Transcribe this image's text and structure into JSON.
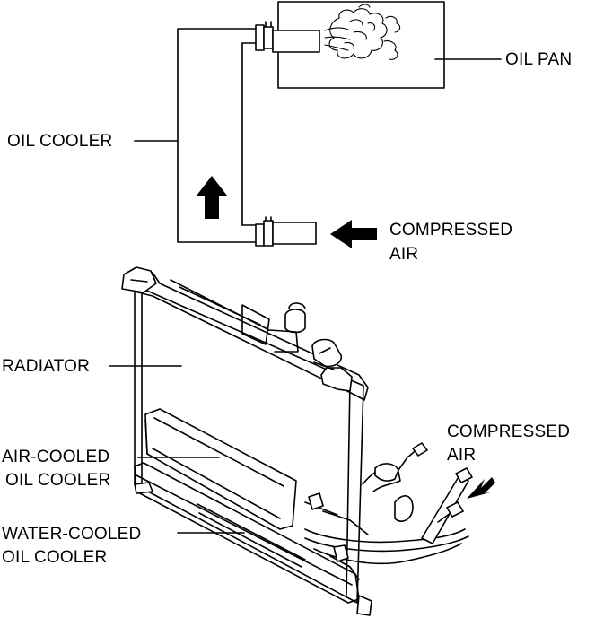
{
  "labels": {
    "oil_pan": "OIL PAN",
    "oil_cooler": "OIL COOLER",
    "compressed_air_top_1": "COMPRESSED",
    "compressed_air_top_2": "AIR",
    "radiator": "RADIATOR",
    "air_cooled_1": "AIR-COOLED",
    "air_cooled_2": "OIL COOLER",
    "compressed_air_bottom_1": "COMPRESSED",
    "compressed_air_bottom_2": "AIR",
    "water_cooled_1": "WATER-COOLED",
    "water_cooled_2": "OIL COOLER"
  },
  "colors": {
    "line": "#000000",
    "background": "#ffffff"
  },
  "icons": [
    "flow-up-arrow-icon",
    "air-left-arrow-icon",
    "air-diagonal-arrow-icon"
  ]
}
